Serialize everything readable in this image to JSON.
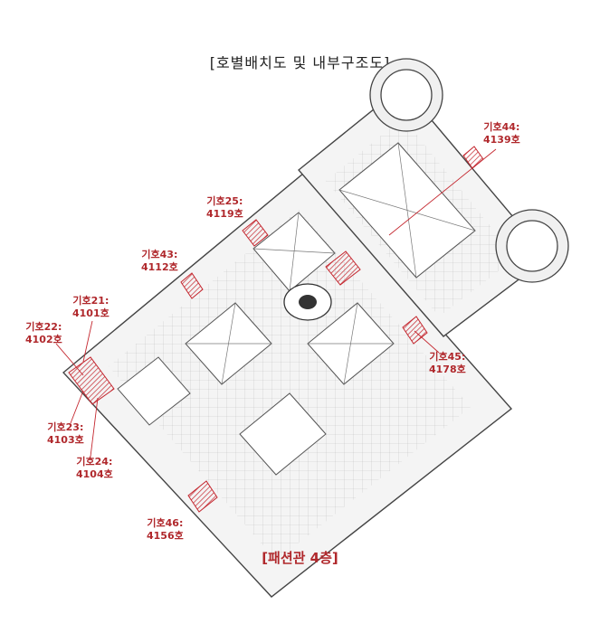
{
  "title": "[호별배치도 및 내부구조도]",
  "caption": "[패션관 4층]",
  "colors": {
    "accent": "#b0282c",
    "line": "#555555",
    "hatch": "#c4262e"
  },
  "units": [
    {
      "label": "기호44:",
      "room": "4139호"
    },
    {
      "label": "기호25:",
      "room": "4119호"
    },
    {
      "label": "기호43:",
      "room": "4112호"
    },
    {
      "label": "기호21:",
      "room": "4101호"
    },
    {
      "label": "기호22:",
      "room": "4102호"
    },
    {
      "label": "기호45:",
      "room": "4178호"
    },
    {
      "label": "기호23:",
      "room": "4103호"
    },
    {
      "label": "기호24:",
      "room": "4104호"
    },
    {
      "label": "기호46:",
      "room": "4156호"
    }
  ]
}
